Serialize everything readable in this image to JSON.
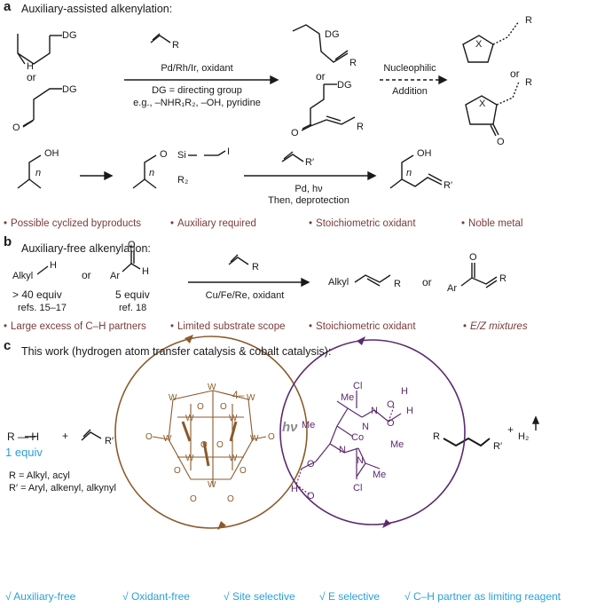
{
  "panel_a": {
    "label": "a",
    "heading": "Auxiliary-assisted alkenylation:",
    "dg1": "DG",
    "h1": "H",
    "or1": "or",
    "dg2": "DG",
    "o1": "O",
    "reagent_r": "R",
    "cond1": "Pd/Rh/Ir, oxidant",
    "cond2": "DG = directing group",
    "cond3": "e.g., –NHR₁R₂, –OH, pyridine",
    "prod_dg1": "DG",
    "prod_r1": "R",
    "or2": "or",
    "prod_dg2": "DG",
    "prod_o": "O",
    "prod_r2": "R",
    "nuc1": "Nucleophilic",
    "nuc2": "Addition",
    "cyc_x1": "X",
    "cyc_r1": "R",
    "or3": "or",
    "cyc_x2": "X",
    "cyc_r2": "R",
    "cyc_o": "O",
    "oh1": "OH",
    "n1": "n",
    "o_si": "O",
    "si": "Si",
    "i": "I",
    "r2": "R₂",
    "n2": "n",
    "r_prime": "R′",
    "cond4": "Pd, hν",
    "cond5": "Then, deprotection",
    "oh2": "OH",
    "n3": "n",
    "r_prime2": "R′",
    "bullets": [
      "Possible cyclized byproducts",
      "Auxiliary required",
      "Stoichiometric oxidant",
      "Noble metal"
    ]
  },
  "panel_b": {
    "label": "b",
    "heading": "Auxiliary-free alkenylation:",
    "alkyl": "Alkyl",
    "h": "H",
    "or1": "or",
    "ar": "Ar",
    "h2": "H",
    "o": "O",
    "equiv1": "> 40 equiv",
    "refs1": "refs. 15–17",
    "equiv2": "5 equiv",
    "refs2": "ref. 18",
    "reagent_r": "R",
    "cond": "Cu/Fe/Re, oxidant",
    "prod_alkyl": "Alkyl",
    "prod_r1": "R",
    "or2": "or",
    "prod_ar": "Ar",
    "prod_o": "O",
    "prod_r2": "R",
    "bullets": [
      "Large excess of C–H partners",
      "Limited substrate scope",
      "Stoichiometric oxidant",
      "E/Z mixtures"
    ]
  },
  "panel_c": {
    "label": "c",
    "heading": "This work (hydrogen atom transfer catalysis & cobalt catalysis):",
    "rh": "R — H",
    "plus1": "+",
    "r_prime": "R′",
    "equiv": "1 equiv",
    "def1": "R = Alkyl, acyl",
    "def2": "R′ = Aryl, alkenyl, alkynyl",
    "charge": "4–",
    "hv": "hν",
    "w": "W",
    "o": "O",
    "co": "Co",
    "cl1": "Cl",
    "cl2": "Cl",
    "me1": "Me",
    "me2": "Me",
    "me3": "Me",
    "me4": "Me",
    "n": "N",
    "h1": "H",
    "h2": "H",
    "prod_r": "R",
    "prod_rp": "R′",
    "plus2": "+",
    "h2gas": "H₂",
    "checks": [
      "Auxiliary-free",
      "Oxidant-free",
      "Site selective",
      "E selective",
      "C–H partner as limiting reagent"
    ],
    "check_mark": "√"
  },
  "colors": {
    "bullet": "#7b3b3b",
    "check": "#2a9fd8",
    "tungsten": "#8b5a2b",
    "cobalt": "#5b2a6e"
  }
}
